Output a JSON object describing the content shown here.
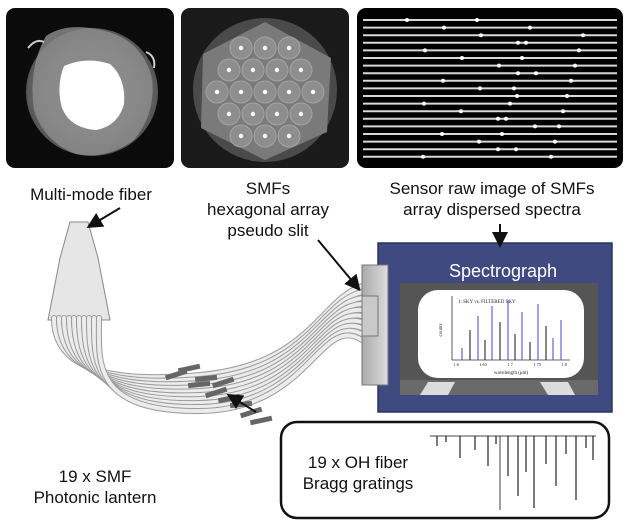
{
  "panels": {
    "multimode": {
      "label": "Multi-mode fiber"
    },
    "smf_array": {
      "label_lines": [
        "SMFs",
        "hexagonal array",
        "pseudo slit"
      ]
    },
    "sensor": {
      "label_lines": [
        "Sensor raw image of SMFs",
        "array dispersed spectra"
      ]
    }
  },
  "spectrograph": {
    "title": "Spectrograph",
    "inset": {
      "legend": "1: SKY vs. FILTERED SKY",
      "ylabel": "counts",
      "xlabel": "wavelength (μm)",
      "xticks": [
        "1.6",
        "1.65",
        "1.7",
        "1.75",
        "1.8"
      ]
    }
  },
  "lantern": {
    "label_lines": [
      "19 x SMF",
      "Photonic lantern"
    ]
  },
  "bragg": {
    "label_lines": [
      "19 x OH fiber",
      "Bragg gratings"
    ]
  },
  "colors": {
    "spectrograph_body": "#3e4a80",
    "spectrograph_title": "#ffffff",
    "panel_bg": "#000000",
    "arrow": "#111111"
  }
}
